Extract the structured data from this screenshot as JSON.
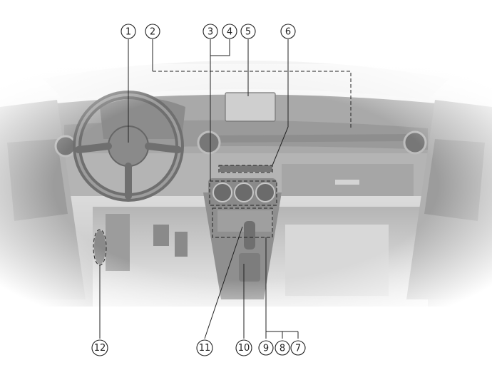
{
  "callouts": [
    {
      "id": 1,
      "label": "1"
    },
    {
      "id": 2,
      "label": "2"
    },
    {
      "id": 3,
      "label": "3"
    },
    {
      "id": 4,
      "label": "4"
    },
    {
      "id": 5,
      "label": "5"
    },
    {
      "id": 6,
      "label": "6"
    },
    {
      "id": 7,
      "label": "7"
    },
    {
      "id": 8,
      "label": "8"
    },
    {
      "id": 9,
      "label": "9"
    },
    {
      "id": 10,
      "label": "10"
    },
    {
      "id": 11,
      "label": "11"
    },
    {
      "id": 12,
      "label": "12"
    }
  ]
}
